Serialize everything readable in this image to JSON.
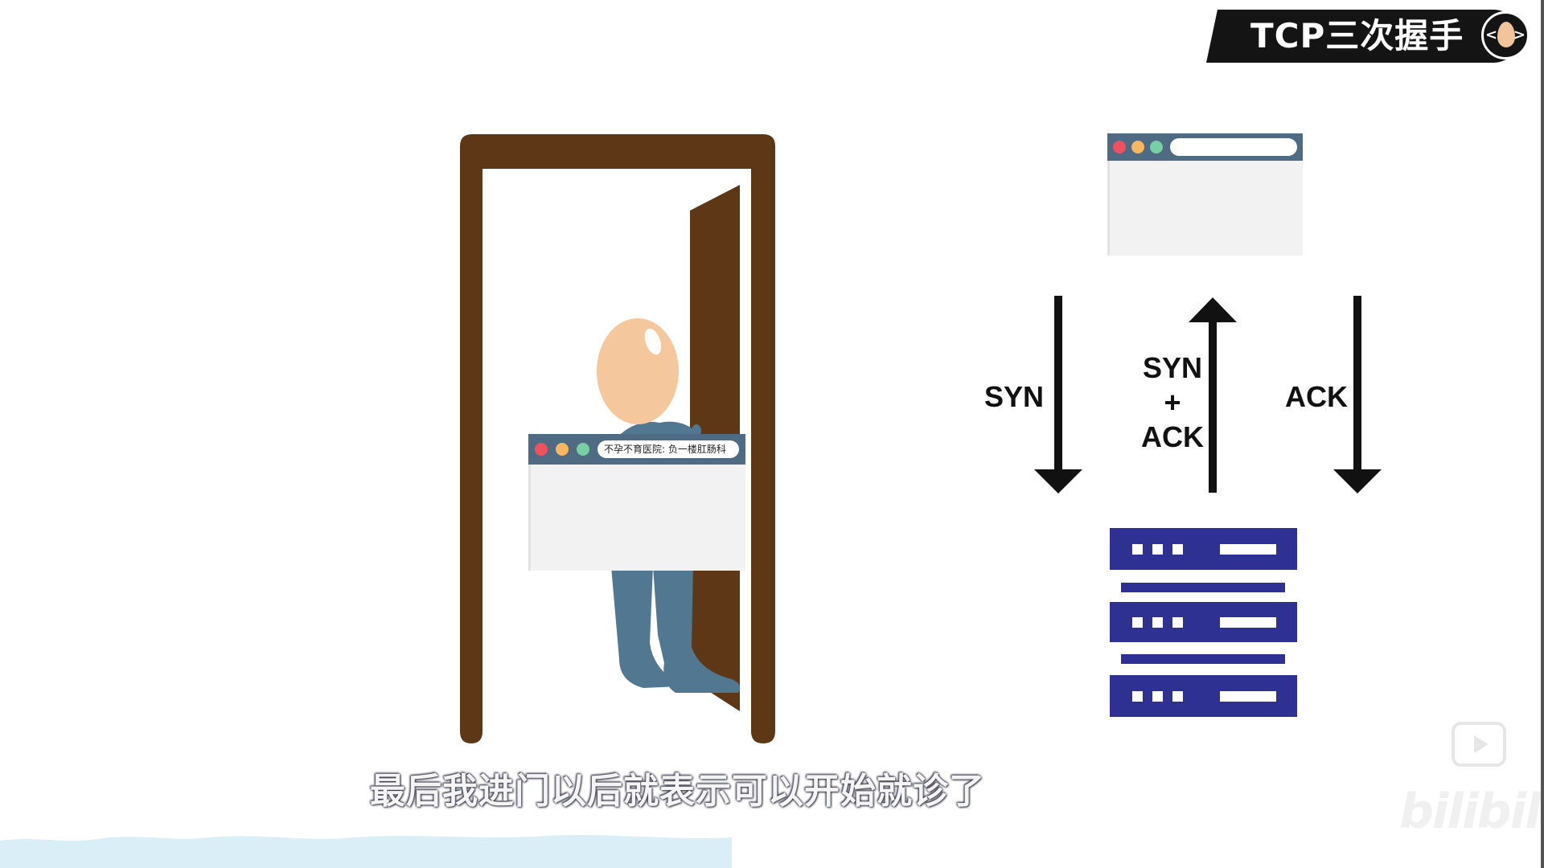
{
  "title_badge": {
    "text": "TCP三次握手"
  },
  "popup_window": {
    "address_text": "不孕不育医院: 负一楼肛肠科"
  },
  "handshake": {
    "arrow1": {
      "label": "SYN",
      "direction": "down"
    },
    "arrow2": {
      "label_line1": "SYN",
      "label_line2": "+",
      "label_line3": "ACK",
      "direction": "up"
    },
    "arrow3": {
      "label": "ACK",
      "direction": "down"
    }
  },
  "subtitle": {
    "text": "最后我进门以后就表示可以开始就诊了"
  },
  "watermark": {
    "logo_text": "bilibili"
  },
  "colors": {
    "door_frame": "#5e3716",
    "door_panel": "#5e3716",
    "egg_skin": "#f4c89c",
    "body": "#517791",
    "window_bar": "#4e6b83",
    "server": "#2e3191",
    "arrow": "#111111",
    "title_badge_bg": "#141414"
  },
  "icons": [
    "egg-avatar-icon",
    "play-button-icon",
    "server-icon",
    "arrow-down-icon",
    "arrow-up-icon"
  ]
}
